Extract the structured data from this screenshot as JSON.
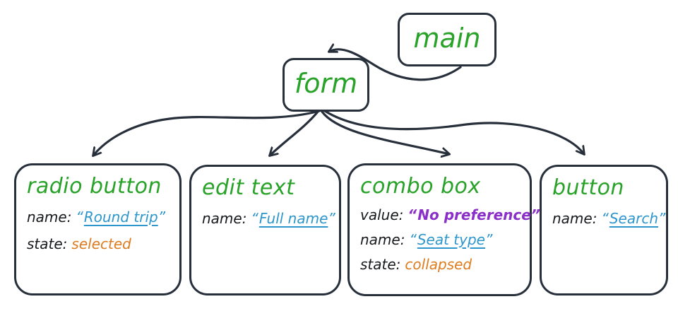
{
  "punct": {
    "open_quote": "“",
    "close_quote": "”"
  },
  "colors": {
    "node_title_green": "#28a228",
    "name_blue": "#2d96cc",
    "value_purple": "#8b2fc9",
    "state_orange": "#dd7b1e",
    "outline_dark": "#272f3b",
    "background": "#ffffff"
  },
  "nodes": {
    "main": {
      "label": "main"
    },
    "form": {
      "label": "form"
    },
    "children": [
      {
        "label": "radio button",
        "props": [
          {
            "key": "name:",
            "value": "Round trip",
            "kind": "name"
          },
          {
            "key": "state:",
            "value": "selected",
            "kind": "state"
          }
        ]
      },
      {
        "label": "edit text",
        "props": [
          {
            "key": "name:",
            "value": "Full name",
            "kind": "name"
          }
        ]
      },
      {
        "label": "combo box",
        "props": [
          {
            "key": "value:",
            "value": "No preference",
            "kind": "value"
          },
          {
            "key": "name:",
            "value": "Seat type",
            "kind": "name"
          },
          {
            "key": "state:",
            "value": "collapsed",
            "kind": "state"
          }
        ]
      },
      {
        "label": "button",
        "props": [
          {
            "key": "name:",
            "value": "Search",
            "kind": "name"
          }
        ]
      }
    ]
  },
  "edges": [
    {
      "from": "main",
      "to": "form"
    },
    {
      "from": "form",
      "to": "radio button"
    },
    {
      "from": "form",
      "to": "edit text"
    },
    {
      "from": "form",
      "to": "combo box"
    },
    {
      "from": "form",
      "to": "button"
    }
  ]
}
